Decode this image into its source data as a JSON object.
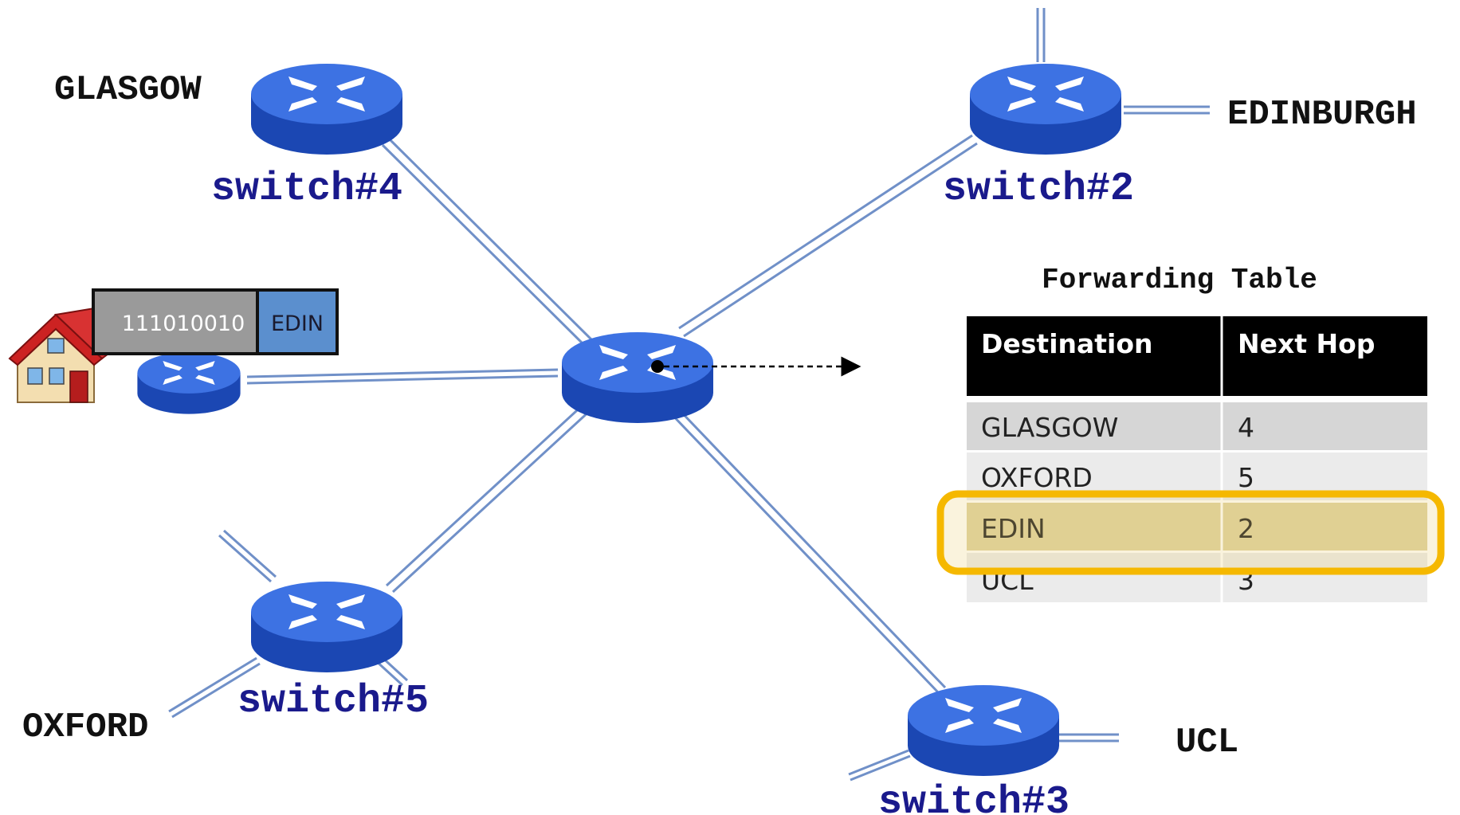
{
  "cities": {
    "glasgow": "GLASGOW",
    "edinburgh": "EDINBURGH",
    "oxford": "OXFORD",
    "ucl": "UCL"
  },
  "switches": {
    "s4": "switch#4",
    "s2": "switch#2",
    "s5": "switch#5",
    "s3": "switch#3"
  },
  "table": {
    "title": "Forwarding Table",
    "headers": [
      "Destination",
      "Next Hop"
    ],
    "rows": [
      [
        "GLASGOW",
        "4"
      ],
      [
        "OXFORD",
        "5"
      ],
      [
        "EDIN",
        "2"
      ],
      [
        "UCL",
        "3"
      ]
    ],
    "highlighted_row": 2
  },
  "packet": {
    "bits": "111010010",
    "dest": "EDIN"
  },
  "colors": {
    "router_top": "#3a6fe0",
    "router_side": "#1e4bb8",
    "link": "#6f8fc4",
    "label_blue": "#1a1a8c",
    "table_header": "#000000",
    "highlight": "#f5b800"
  }
}
